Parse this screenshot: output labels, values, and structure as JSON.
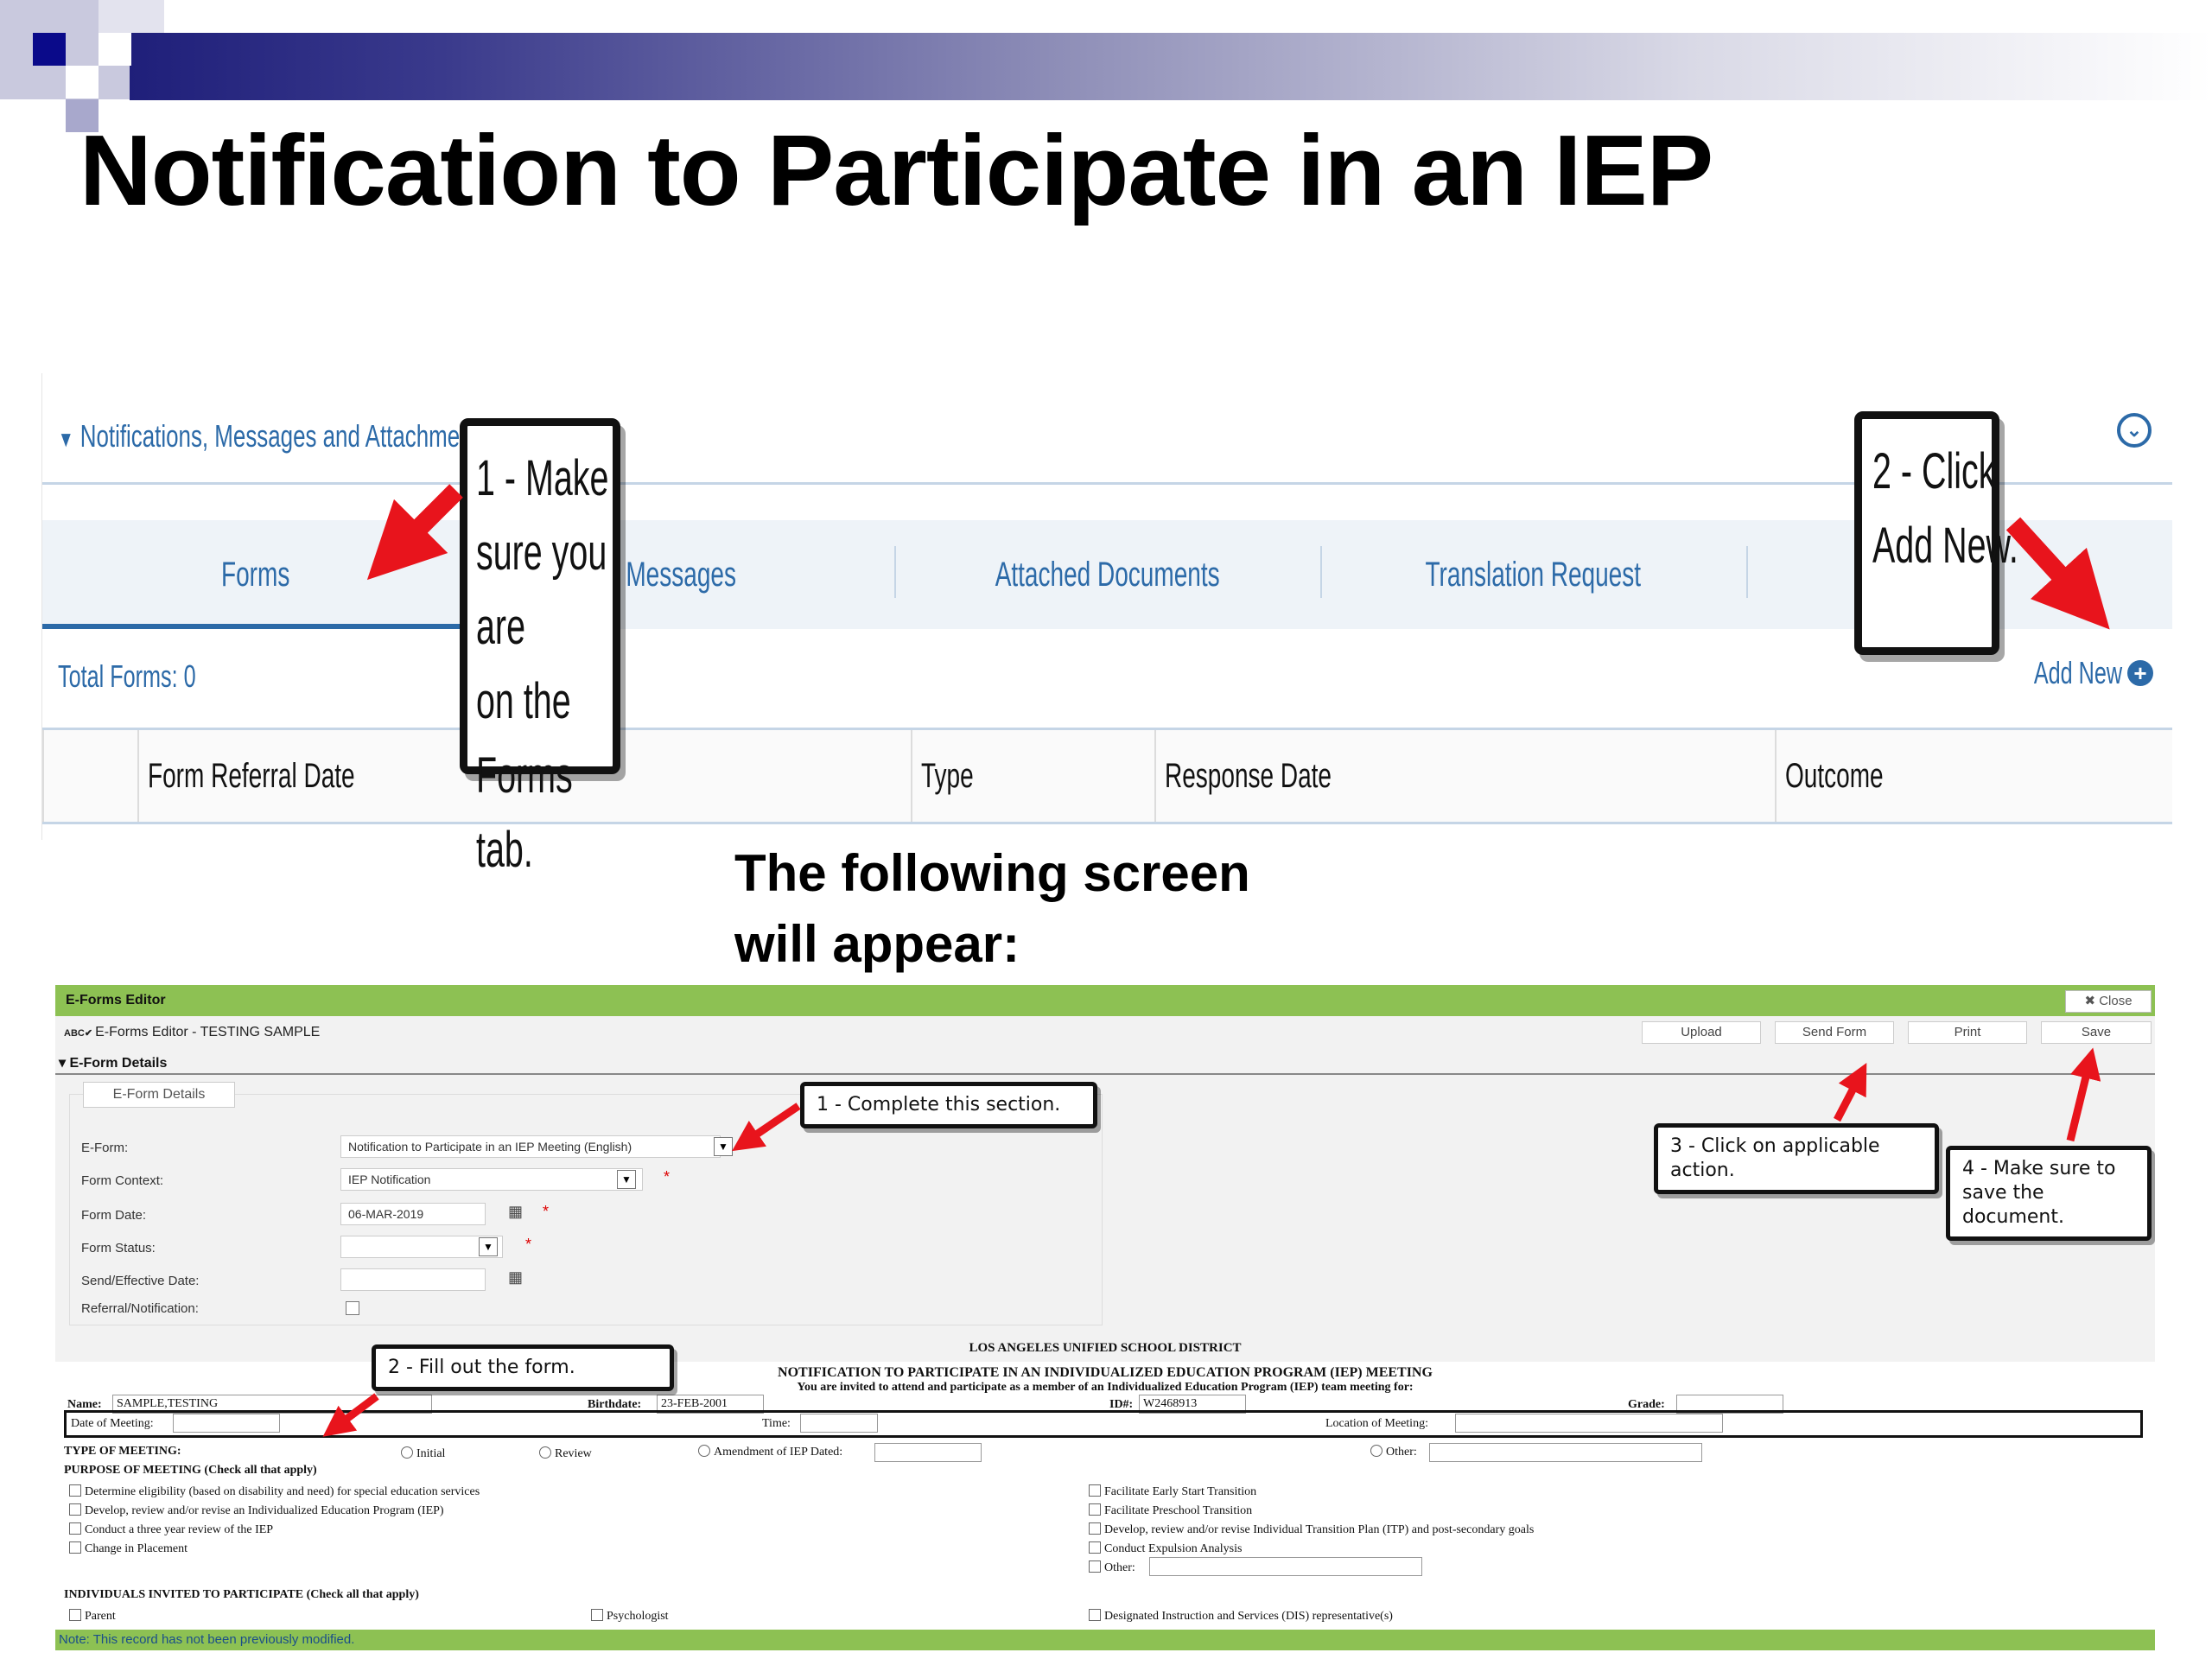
{
  "slide": {
    "title": "Notification to Participate in an IEP",
    "following": "The following screen\nwill appear:"
  },
  "screen1": {
    "section_title": "Notifications, Messages and Attachments",
    "tabs": [
      {
        "label": "Forms",
        "active": true
      },
      {
        "label": "Messages",
        "active": false
      },
      {
        "label": "Attached Documents",
        "active": false
      },
      {
        "label": "Translation Request",
        "active": false
      }
    ],
    "total_forms": "Total Forms: 0",
    "add_new": "Add New",
    "columns": [
      "Form Referral Date",
      "Type",
      "Response Date",
      "Outcome"
    ],
    "callout1": "1 - Make\nsure you are\non the Forms\ntab.",
    "callout2": "2 - Click\nAdd New.",
    "accent_color": "#2c6aa8"
  },
  "screen2": {
    "header": "E-Forms Editor",
    "close": "Close",
    "crumb": "E-Forms Editor - TESTING SAMPLE",
    "buttons": [
      "Upload",
      "Send Form",
      "Print",
      "Save"
    ],
    "details_header": "E-Form Details",
    "details_tab": "E-Form Details",
    "fields": {
      "eform_label": "E-Form:",
      "eform_value": "Notification to Participate in an IEP Meeting (English)",
      "context_label": "Form Context:",
      "context_value": "IEP Notification",
      "date_label": "Form Date:",
      "date_value": "06-MAR-2019",
      "status_label": "Form Status:",
      "send_label": "Send/Effective Date:",
      "referral_label": "Referral/Notification:"
    },
    "doc": {
      "district": "LOS ANGELES UNIFIED SCHOOL DISTRICT",
      "title": "NOTIFICATION TO PARTICIPATE IN AN INDIVIDUALIZED EDUCATION PROGRAM (IEP) MEETING",
      "subtitle": "You are invited to attend and participate as a member of an Individualized Education Program (IEP) team meeting for:",
      "name_label": "Name:",
      "name_value": "SAMPLE,TESTING",
      "birthdate_label": "Birthdate:",
      "birthdate_value": "23-FEB-2001",
      "id_label": "ID#:",
      "id_value": "W2468913",
      "grade_label": "Grade:",
      "date_meeting": "Date of Meeting:",
      "time": "Time:",
      "location": "Location of Meeting:",
      "type_label": "TYPE OF MEETING:",
      "type_options": [
        "Initial",
        "Review",
        "Amendment of IEP Dated:",
        "Other:"
      ],
      "purpose_label": "PURPOSE OF MEETING (Check all that apply)",
      "purpose_left": [
        "Determine eligibility (based on disability and need) for special education services",
        "Develop, review and/or revise an Individualized Education Program (IEP)",
        "Conduct a three year review of the IEP",
        "Change in Placement"
      ],
      "purpose_right": [
        "Facilitate Early Start Transition",
        "Facilitate Preschool Transition",
        "Develop, review and/or revise Individual Transition Plan (ITP) and post-secondary goals",
        "Conduct Expulsion Analysis",
        "Other:"
      ],
      "invited_label": "INDIVIDUALS INVITED TO PARTICIPATE (Check all that apply)",
      "invited": [
        "Parent",
        "Psychologist",
        "Designated Instruction and Services (DIS) representative(s)"
      ]
    },
    "footer_note": "Note: This record has not been previously modified.",
    "green_color": "#8dc153",
    "callouts": {
      "c1": "1 - Complete this section.",
      "c2": "2 - Fill out the form.",
      "c3": "3 - Click on applicable\naction.",
      "c4": "4 - Make sure to\nsave the\ndocument."
    }
  }
}
